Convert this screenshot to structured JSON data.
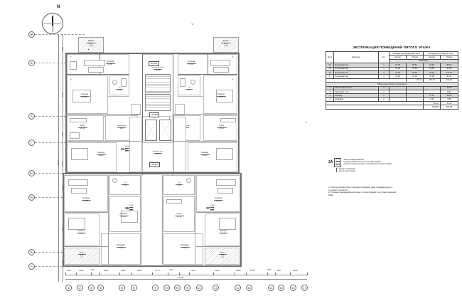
{
  "drawing": {
    "north_label": "N",
    "section_marker_top": "1",
    "section_marker_bottom": "1",
    "total_width_dim": "27340"
  },
  "spec_table": {
    "title": "ЭКСПЛИКАЦИЯ ПОМЕЩЕНИЙ ПЯТОГО ЭТАЖА",
    "headers": {
      "num": "№ пп",
      "rooms": "Квартиры",
      "qty": "Кол.",
      "area_group_1": "Площадь одной квартиры, кв.м.",
      "area_group_2": "Площадь всех квартир, кв.м.",
      "sub_living": "Жилая",
      "sub_total": "Общая"
    },
    "group1": "Квартиры",
    "rows1": [
      {
        "n": "34",
        "name": "Трехкомнатная",
        "qty": "1",
        "l1": "54,28",
        "t1": "88,52",
        "l2": "54,28",
        "t2": "88,52",
        "shaded": true
      },
      {
        "n": "35",
        "name": "Трехкомнатная",
        "qty": "1",
        "l1": "54,28",
        "t1": "91,80",
        "l2": "54,28",
        "t2": "91,80",
        "shaded": false
      },
      {
        "n": "36",
        "name": "Трехкомнатная",
        "qty": "2",
        "l1": "42,32",
        "t1": "85,65",
        "l2": "84,64",
        "t2": "171,29",
        "shaded": true
      },
      {
        "n": "37",
        "name": "Трехкомнатная",
        "qty": "1",
        "l1": "43,98",
        "t1": "81,03",
        "l2": "43,98",
        "t2": "81,03",
        "shaded": false
      }
    ],
    "subtotal1": {
      "label": "Итого:",
      "living": "236,78",
      "total": "434,51"
    },
    "group2": "Помещения общего пользования",
    "rows2": [
      {
        "n": "1",
        "name": "Лестничная клетка",
        "qty": "1",
        "l1": "",
        "t1": "",
        "l2": "",
        "t2": "17,09",
        "shaded": true
      },
      {
        "n": "2",
        "name": "Лифтовый холл",
        "qty": "1",
        "l1": "",
        "t1": "",
        "l2": "",
        "t2": "8,81",
        "shaded": false
      },
      {
        "n": "3",
        "name": "Коридор",
        "qty": "2",
        "l1": "",
        "t1": "",
        "l2": "15,33",
        "t2": "30,66",
        "shaded": true
      },
      {
        "n": "4",
        "name": "Кладовая",
        "qty": "2",
        "l1": "",
        "t1": "",
        "l2": "3,40",
        "t2": "6,80",
        "shaded": false
      }
    ],
    "subtotal2": {
      "label": "Итого:",
      "total": "63,40"
    },
    "grand_total": {
      "label": "ВСЕГО:",
      "total": "481,98"
    }
  },
  "legend": {
    "marker_num": "2А",
    "values": [
      "31,98",
      "60,08",
      "64,78"
    ],
    "texts": [
      "- жилая площадь квартиры",
      "- площадь квартиры без учета площади лоджий",
      "- общая площадь квартиры с понижающим К=0,5 для лоджий"
    ],
    "brace_lines": [
      "вариант планировки",
      "кол-во жилых комнат"
    ]
  },
  "notes": [
    "1. Отметки уровня пола и площади помещений даны предварительно и",
    "уточняются проектом.",
    "2. Площади помещений вычислены с учётом отделки стен слоем толщиной",
    "25мм."
  ],
  "grid": {
    "bottom_bubbles": [
      "1",
      "2",
      "3",
      "4",
      "5",
      "6",
      "7",
      "7/1",
      "8",
      "9",
      "10",
      "11",
      "12",
      "13",
      "14",
      "15",
      "16",
      "17"
    ],
    "bottom_dims": [
      "1170",
      "1690",
      "900",
      "3420",
      "1300",
      "2980",
      "1770",
      "1440",
      "1440",
      "3150",
      "2980",
      "1300",
      "3420",
      "900",
      "1690",
      "1170"
    ],
    "bottom_extra_dims": [
      "4",
      "300"
    ],
    "left_bubbles": [
      "Ж",
      "Е",
      "А",
      "Г",
      "В/1",
      "Б",
      "Б",
      "А"
    ],
    "left_dims": [
      "2255",
      "6200",
      "3400",
      "5215",
      "35275",
      "30000",
      "2320",
      "8400",
      "1815"
    ]
  },
  "elevations": [
    {
      "text": "+10.480"
    },
    {
      "text": "+11.960"
    },
    {
      "text": "+12.000"
    }
  ],
  "rooms": [
    {
      "name": "Гостиная",
      "area": "17,81"
    },
    {
      "name": "Спальня",
      "area": "11,20"
    },
    {
      "name": "Кухня",
      "area": "13,35"
    },
    {
      "name": "Спальня",
      "area": "13,80"
    },
    {
      "name": "Лоджия",
      "area": "18,57",
      "area2": "9,28"
    },
    {
      "name": "Гардеробная",
      "area": "4,80"
    },
    {
      "name": "С/у",
      "area": "3,55"
    },
    {
      "name": "Лифтовый холл",
      "area": "8,81"
    },
    {
      "name": "Лестничная клетка",
      "area": "11,04"
    },
    {
      "name": "Коридор",
      "area": "15,33"
    },
    {
      "name": "Кладовая",
      "area": "3,40"
    },
    {
      "name": "Прихожая",
      "area": "8,95"
    },
    {
      "name": "Спальня",
      "area": "13,35"
    },
    {
      "name": "Кухня",
      "area": "13,15"
    },
    {
      "name": "Гостиная",
      "area": "16,95"
    },
    {
      "name": "Холл",
      "area": "11,00"
    },
    {
      "name": "Спальня",
      "area": "14,60"
    },
    {
      "name": "Балкон",
      "area": "3,11",
      "area2": "1,55"
    }
  ],
  "apartments": [
    {
      "num": "34",
      "living": "54,28",
      "without": "88,52",
      "total": "88,52"
    },
    {
      "num": "35",
      "living": "54,28",
      "without": "91,80",
      "total": "91,80"
    },
    {
      "num": "36",
      "living": "42,32",
      "without": "85,65",
      "total": "85,65"
    },
    {
      "num": "37",
      "living": "43,98",
      "without": "81,03",
      "total": "81,03"
    }
  ]
}
